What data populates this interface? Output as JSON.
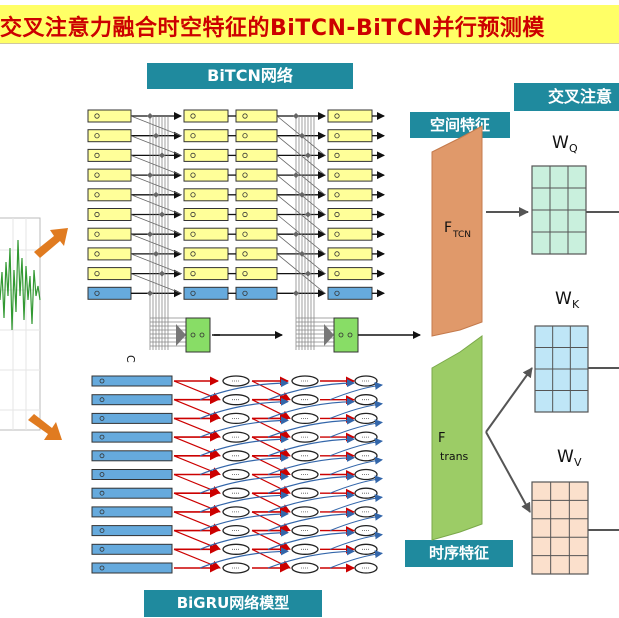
{
  "title": "交叉注意力融合时空特征的BiTCN-BiTCN并行预测模",
  "labels": {
    "bitcn": "BiTCN网络",
    "bigru": "BiGRU网络模型",
    "cross_attention": "交叉注意",
    "spatial_feature": "空间特征",
    "temporal_feature": "时序特征",
    "concat_marker": "C"
  },
  "matrices": {
    "wq": {
      "main": "W",
      "sub": "Q"
    },
    "wk": {
      "main": "W",
      "sub": "K"
    },
    "wv": {
      "main": "W",
      "sub": "V"
    }
  },
  "features": {
    "ftcn": {
      "main": "F",
      "sub": "TCN"
    },
    "ftrans": {
      "main": "F",
      "sub": "trans"
    }
  },
  "colors": {
    "title_bg": "#ffff66",
    "title_text": "#cc0000",
    "teal": "#1f8a9e",
    "yellow_cell": "#ffff99",
    "blue_cell": "#66aadd",
    "green_cell": "#88dd66",
    "ftcn_bar": "#e0996a",
    "ftrans_bar": "#9ccc66",
    "arrow_orange": "#e07b20",
    "arrow_red": "#cc0000",
    "arrow_blue": "#3366aa",
    "wq_grid": "#c9f0dd",
    "wk_grid": "#bfe6f7",
    "wv_grid": "#fbe0cc",
    "signal": "#339933"
  }
}
